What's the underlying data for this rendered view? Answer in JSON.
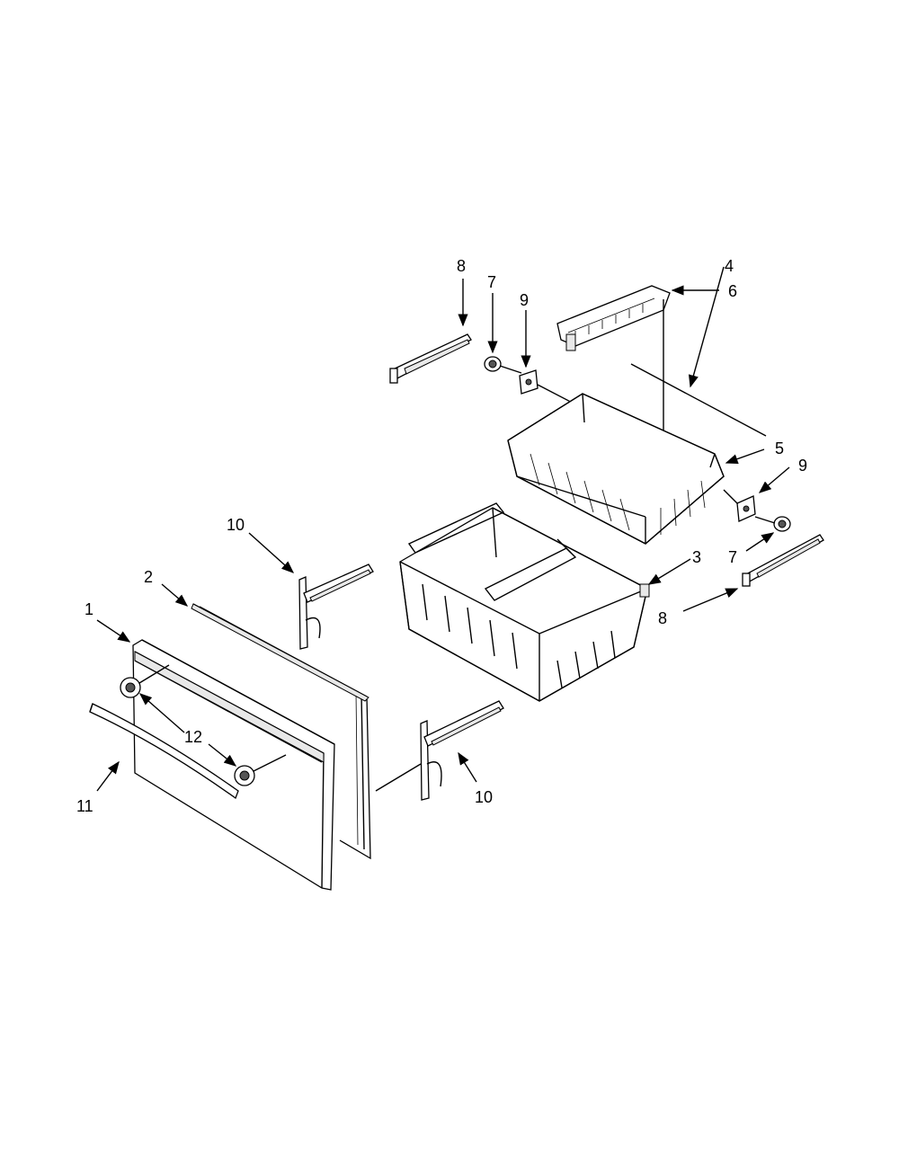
{
  "callouts": [
    {
      "id": "c1",
      "label": "1"
    },
    {
      "id": "c2",
      "label": "2"
    },
    {
      "id": "c3",
      "label": "3"
    },
    {
      "id": "c4",
      "label": "4"
    },
    {
      "id": "c5",
      "label": "5"
    },
    {
      "id": "c6",
      "label": "6"
    },
    {
      "id": "c7a",
      "label": "7"
    },
    {
      "id": "c7b",
      "label": "7"
    },
    {
      "id": "c8a",
      "label": "8"
    },
    {
      "id": "c8b",
      "label": "8"
    },
    {
      "id": "c9a",
      "label": "9"
    },
    {
      "id": "c9b",
      "label": "9"
    },
    {
      "id": "c10a",
      "label": "10"
    },
    {
      "id": "c10b",
      "label": "10"
    },
    {
      "id": "c11",
      "label": "11"
    },
    {
      "id": "c12",
      "label": "12"
    }
  ]
}
